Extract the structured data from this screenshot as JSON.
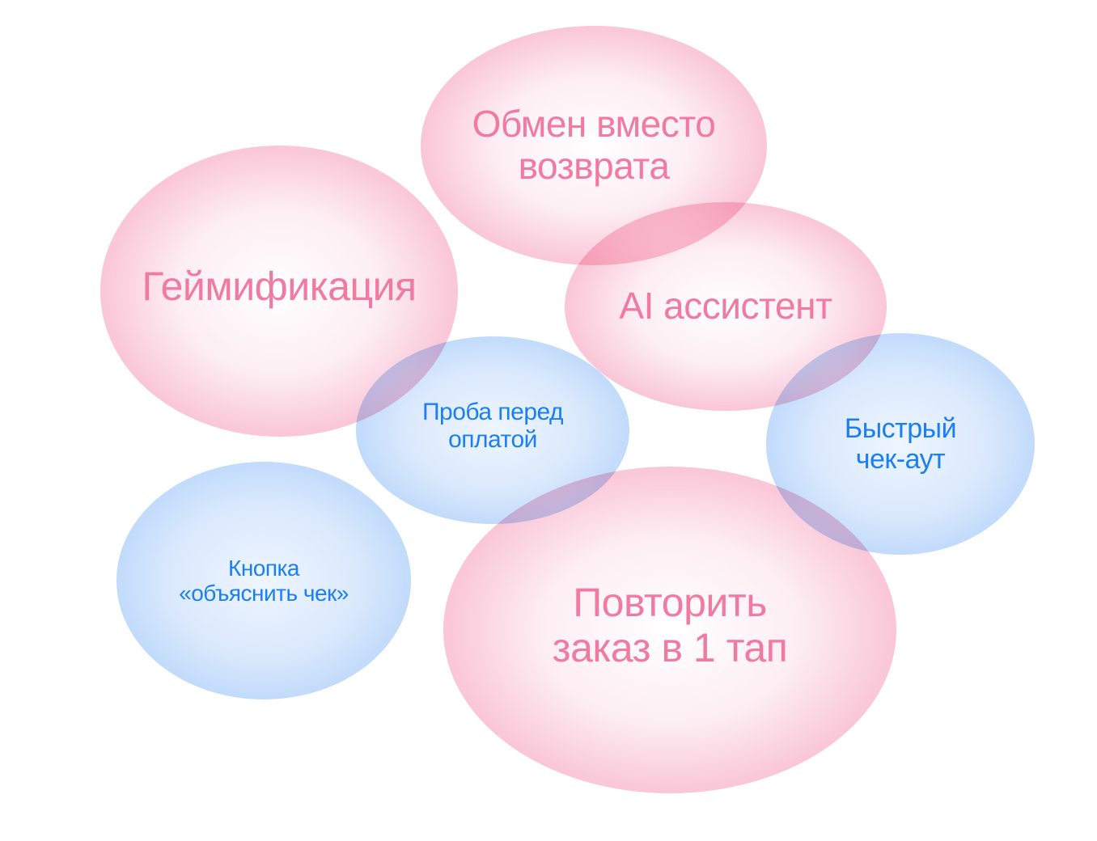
{
  "bubbles": [
    {
      "label": "Обмен вместо\nвозврата",
      "kind": "pink"
    },
    {
      "label": "Геймификация",
      "kind": "pink"
    },
    {
      "label": "AI ассистент",
      "kind": "pink"
    },
    {
      "label": "Проба перед\nоплатой",
      "kind": "blue"
    },
    {
      "label": "Быстрый\nчек-аут",
      "kind": "blue"
    },
    {
      "label": "Кнопка\n«объяснить чек»",
      "kind": "blue"
    },
    {
      "label": "Повторить\nзаказ в 1 тап",
      "kind": "pink"
    }
  ],
  "colors": {
    "pink_text": "#f17aa1",
    "blue_text": "#1a7ff2",
    "pink_edge": "#f7a2bf",
    "blue_edge": "#a6cbf8"
  }
}
